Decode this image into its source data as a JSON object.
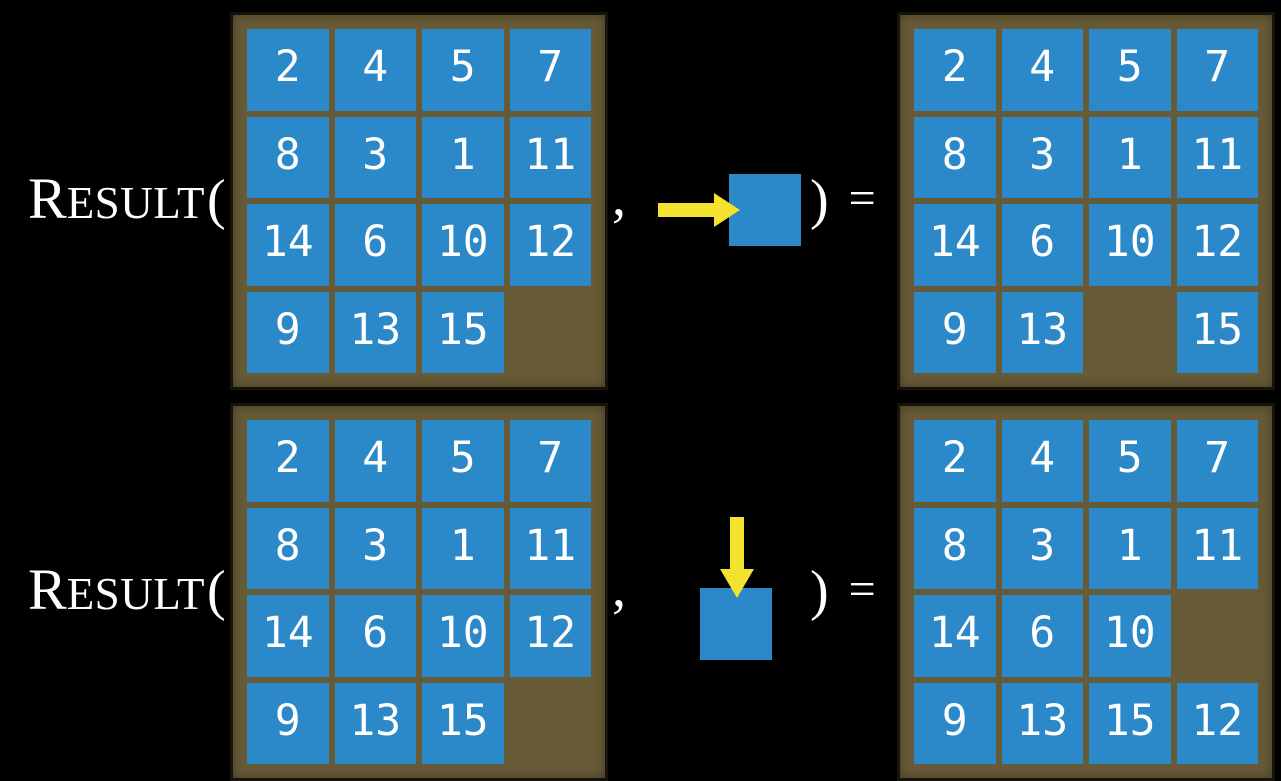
{
  "colors": {
    "background": "#000000",
    "frame_brown": "#665a37",
    "tile_blue": "#2b88c9",
    "arrow_yellow": "#f3e32e",
    "text_white": "#ffffff"
  },
  "function": {
    "name_initial": "R",
    "name_rest": "ESULT",
    "open_paren": "(",
    "comma": ",",
    "close_paren": ")",
    "equals": "="
  },
  "rows": [
    {
      "move_direction": "right",
      "move_icon": "right-arrow-icon",
      "input_grid": [
        [
          2,
          4,
          5,
          7
        ],
        [
          8,
          3,
          1,
          11
        ],
        [
          14,
          6,
          10,
          12
        ],
        [
          9,
          13,
          15,
          null
        ]
      ],
      "result_grid": [
        [
          2,
          4,
          5,
          7
        ],
        [
          8,
          3,
          1,
          11
        ],
        [
          14,
          6,
          10,
          12
        ],
        [
          9,
          13,
          null,
          15
        ]
      ]
    },
    {
      "move_direction": "down",
      "move_icon": "down-arrow-icon",
      "input_grid": [
        [
          2,
          4,
          5,
          7
        ],
        [
          8,
          3,
          1,
          11
        ],
        [
          14,
          6,
          10,
          12
        ],
        [
          9,
          13,
          15,
          null
        ]
      ],
      "result_grid": [
        [
          2,
          4,
          5,
          7
        ],
        [
          8,
          3,
          1,
          11
        ],
        [
          14,
          6,
          10,
          null
        ],
        [
          9,
          13,
          15,
          12
        ]
      ]
    }
  ]
}
